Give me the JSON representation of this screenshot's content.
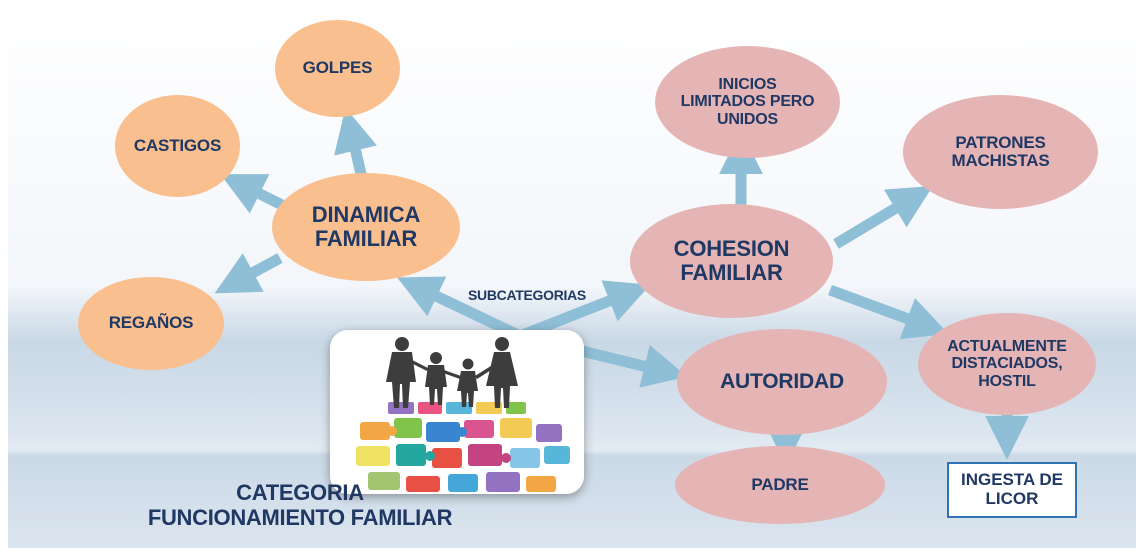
{
  "diagram": {
    "category_title": [
      "CATEGORIA",
      "FUNCIONAMIENTO FAMILIAR"
    ],
    "subcategories_label": "SUBCATEGORIAS",
    "nodes": {
      "dinamica": [
        "DINAMICA",
        "FAMILIAR"
      ],
      "golpes": [
        "GOLPES"
      ],
      "castigos": [
        "CASTIGOS"
      ],
      "reganos": [
        "REGAÑOS"
      ],
      "cohesion": [
        "COHESION",
        "FAMILIAR"
      ],
      "inicios": [
        "INICIOS",
        "LIMITADOS PERO",
        "UNIDOS"
      ],
      "patrones": [
        "PATRONES",
        "MACHISTAS"
      ],
      "actualmente": [
        "ACTUALMENTE",
        "DISTACIADOS,",
        "HOSTIL"
      ],
      "autoridad": [
        "AUTORIDAD"
      ],
      "padre": [
        "PADRE"
      ],
      "ingesta": [
        "INGESTA DE",
        "LICOR"
      ]
    },
    "colors": {
      "orange_node": "#f9bf8f",
      "pink_node": "#e5b5b5",
      "arrow": "#8fbfd6",
      "text": "#1f3864",
      "box_border": "#2e74b5"
    }
  }
}
